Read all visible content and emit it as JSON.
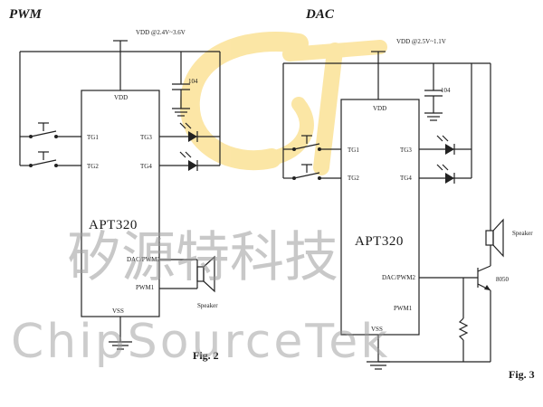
{
  "pwm": {
    "title": "PWM",
    "vdd_label": "VDD @2.4V~3.6V",
    "cap_label": "104",
    "chip_vdd": "VDD",
    "chip_name": "APT320",
    "pin_tg1": "TG1",
    "pin_tg2": "TG2",
    "pin_tg3": "TG3",
    "pin_tg4": "TG4",
    "pin_dac": "DAC/PWM2",
    "pin_pwm": "PWM1",
    "chip_vss": "VSS",
    "speaker_label": "Speaker",
    "fig_label": "Fig. 2"
  },
  "dac": {
    "title": "DAC",
    "vdd_label": "VDD @2.5V~1.1V",
    "cap_label": "104",
    "chip_vdd": "VDD",
    "chip_name": "APT320",
    "pin_tg1": "TG1",
    "pin_tg2": "TG2",
    "pin_tg3": "TG3",
    "pin_tg4": "TG4",
    "pin_dac": "DAC/PWM2",
    "pin_pwm": "PWM1",
    "chip_vss": "VSS",
    "speaker_label": "Speaker",
    "transistor_label": "8050",
    "fig_label": "Fig. 3"
  },
  "watermark": {
    "chinese": "矽源特科技",
    "english": "ChipSourceTek"
  },
  "colors": {
    "logo_accent": "#f5b800",
    "wire": "#222222"
  }
}
